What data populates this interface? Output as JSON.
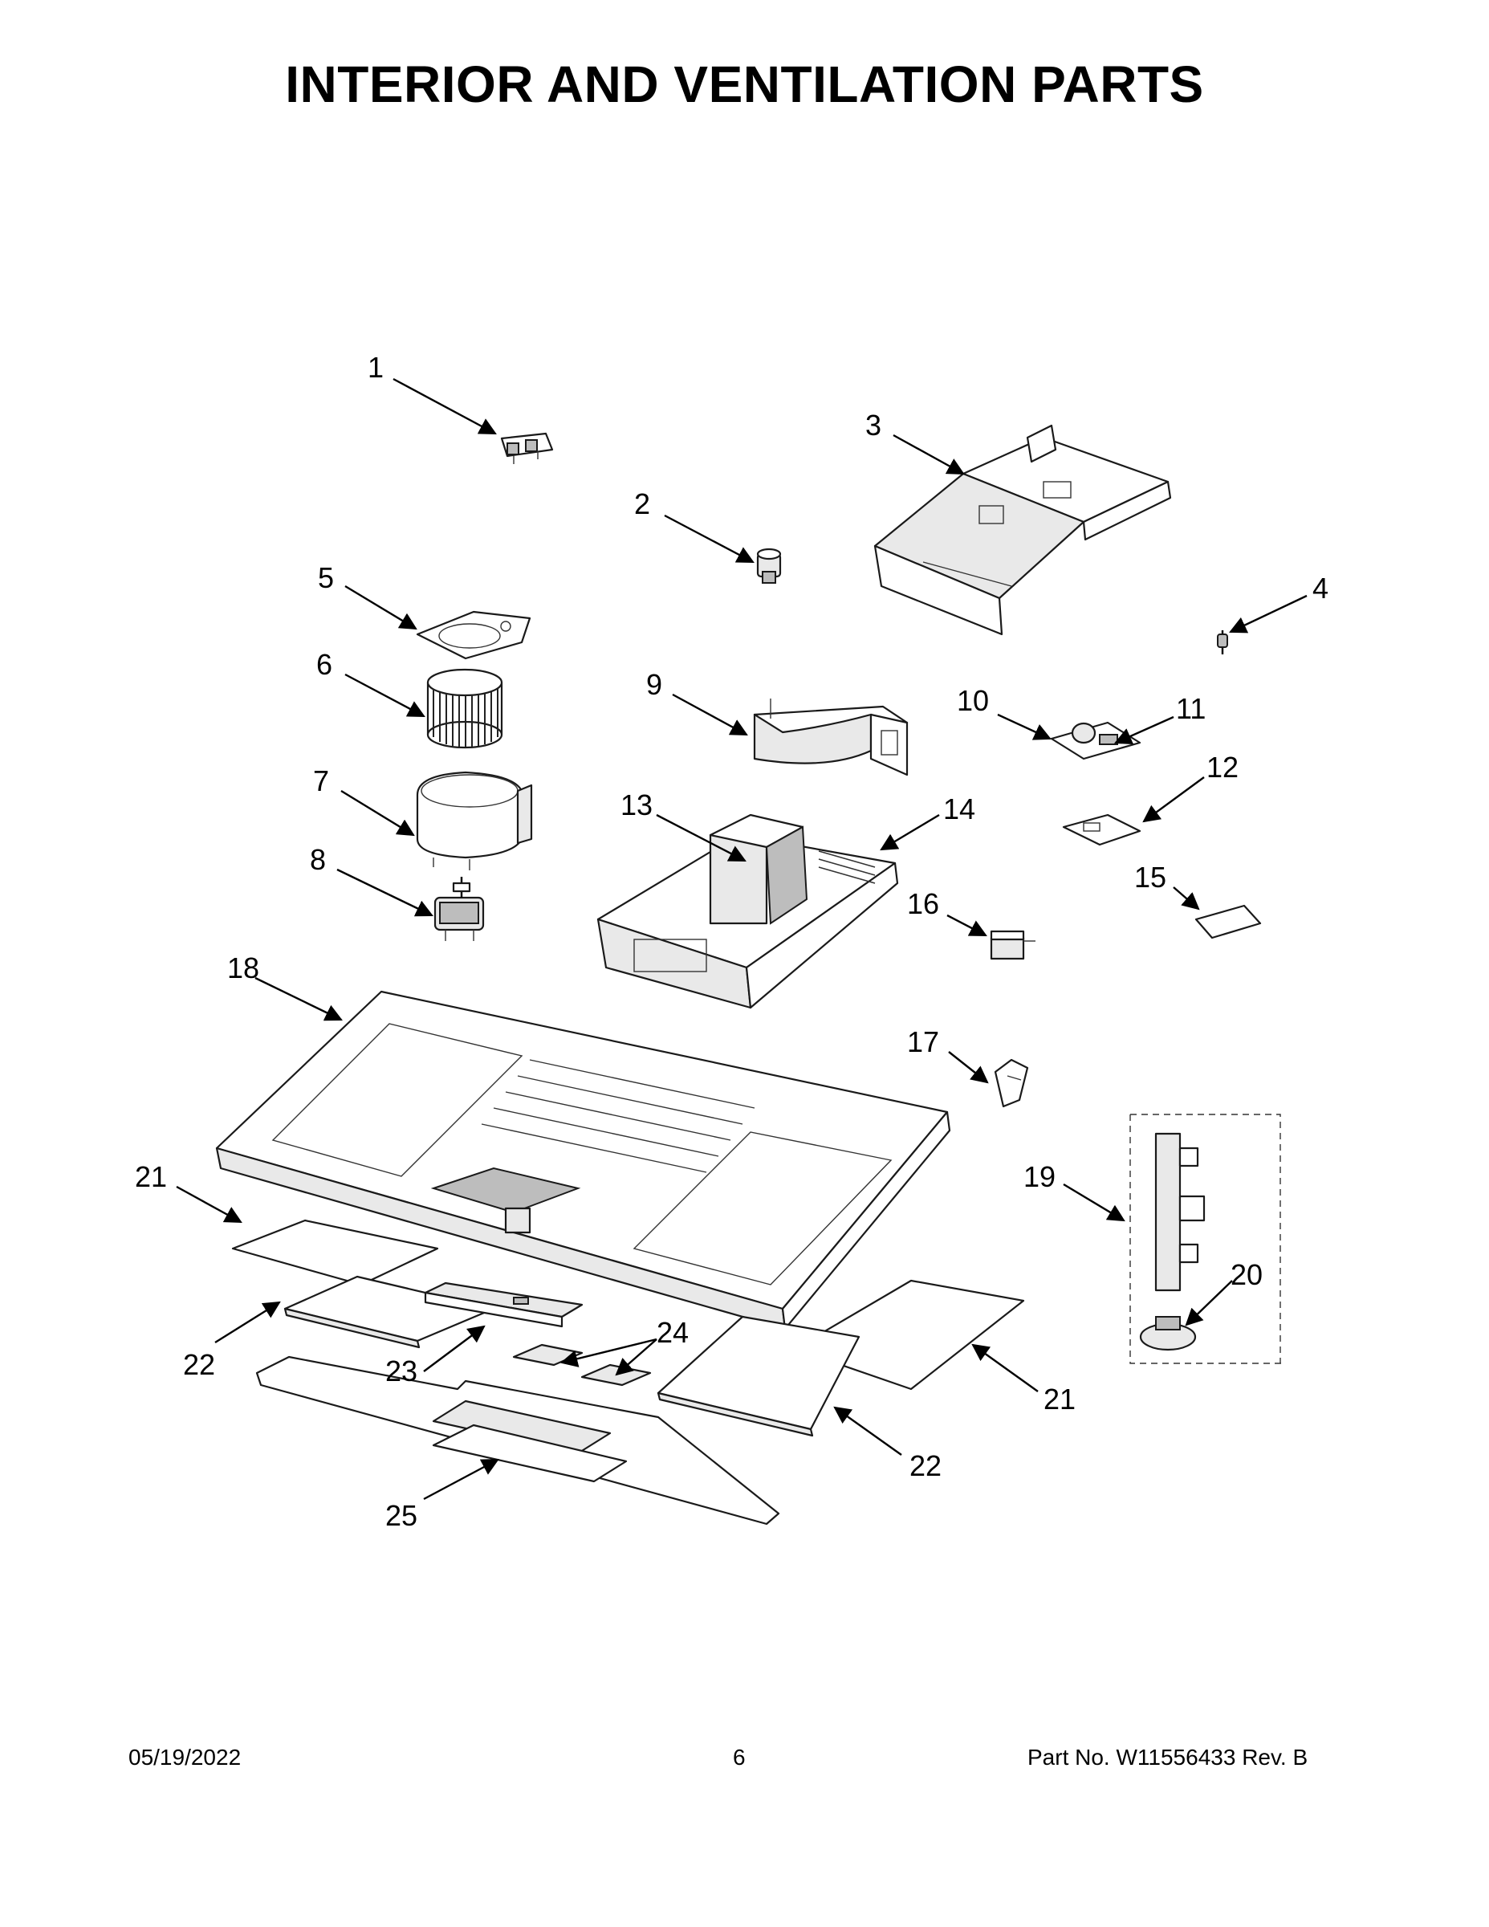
{
  "title": "INTERIOR AND VENTILATION PARTS",
  "footer": {
    "date": "05/19/2022",
    "page": "6",
    "part_no": "Part No.  W11556433  Rev.  B"
  },
  "callouts": [
    "1",
    "2",
    "3",
    "4",
    "5",
    "6",
    "7",
    "8",
    "9",
    "10",
    "11",
    "12",
    "13",
    "14",
    "15",
    "16",
    "17",
    "18",
    "19",
    "20",
    "21",
    "22",
    "23",
    "24",
    "25"
  ]
}
